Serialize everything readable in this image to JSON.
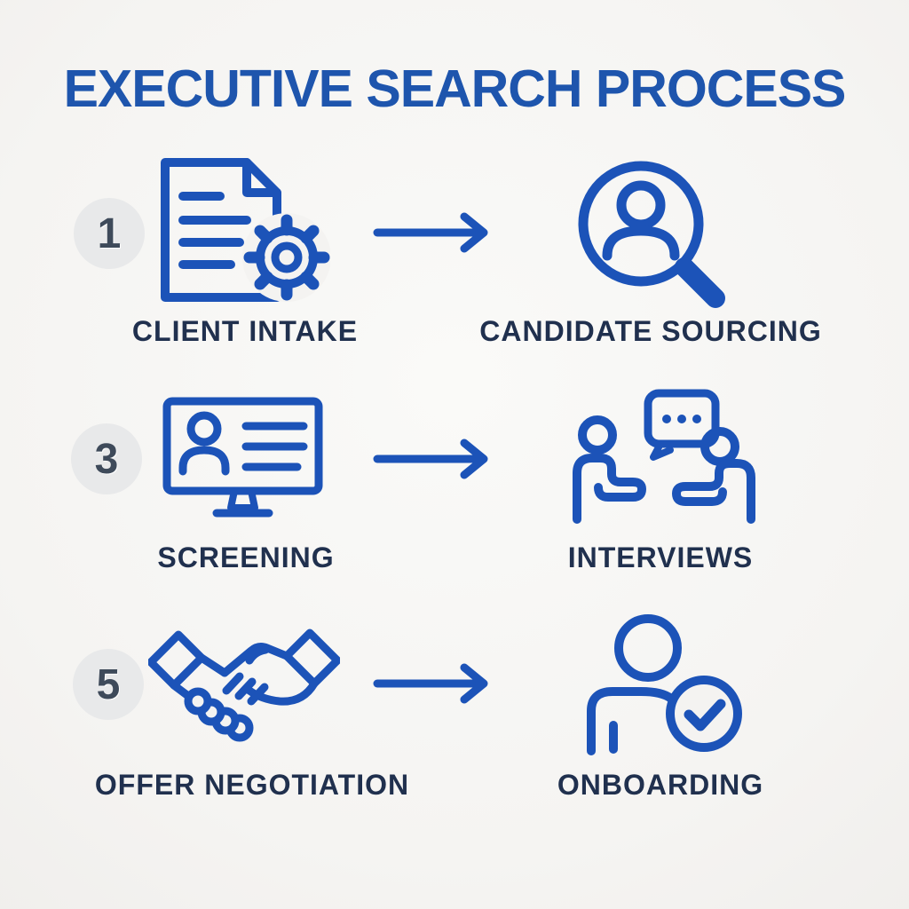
{
  "title": "EXECUTIVE SEARCH PROCESS",
  "colors": {
    "background": "#f5f4f2",
    "accent_blue": "#1c53b8",
    "title_blue": "#1e55ad",
    "label_navy": "#20304e",
    "badge_bg": "#e8e9ea",
    "badge_number": "#3e4a5a"
  },
  "process": {
    "rows": [
      {
        "step_number": "1",
        "left": {
          "label": "CLIENT INTAKE",
          "icon": "document-gear-icon"
        },
        "connector": "arrow-right-icon",
        "right": {
          "label": "CANDIDATE SOURCING",
          "icon": "candidate-search-magnifier-icon"
        }
      },
      {
        "step_number": "3",
        "left": {
          "label": "SCREENING",
          "icon": "monitor-profile-icon"
        },
        "connector": "arrow-right-icon",
        "right": {
          "label": "INTERVIEWS",
          "icon": "interview-conversation-icon"
        }
      },
      {
        "step_number": "5",
        "left": {
          "label": "OFFER NEGOTIATION",
          "icon": "handshake-icon"
        },
        "connector": "arrow-right-icon",
        "right": {
          "label": "ONBOARDING",
          "icon": "person-check-icon"
        }
      }
    ]
  }
}
